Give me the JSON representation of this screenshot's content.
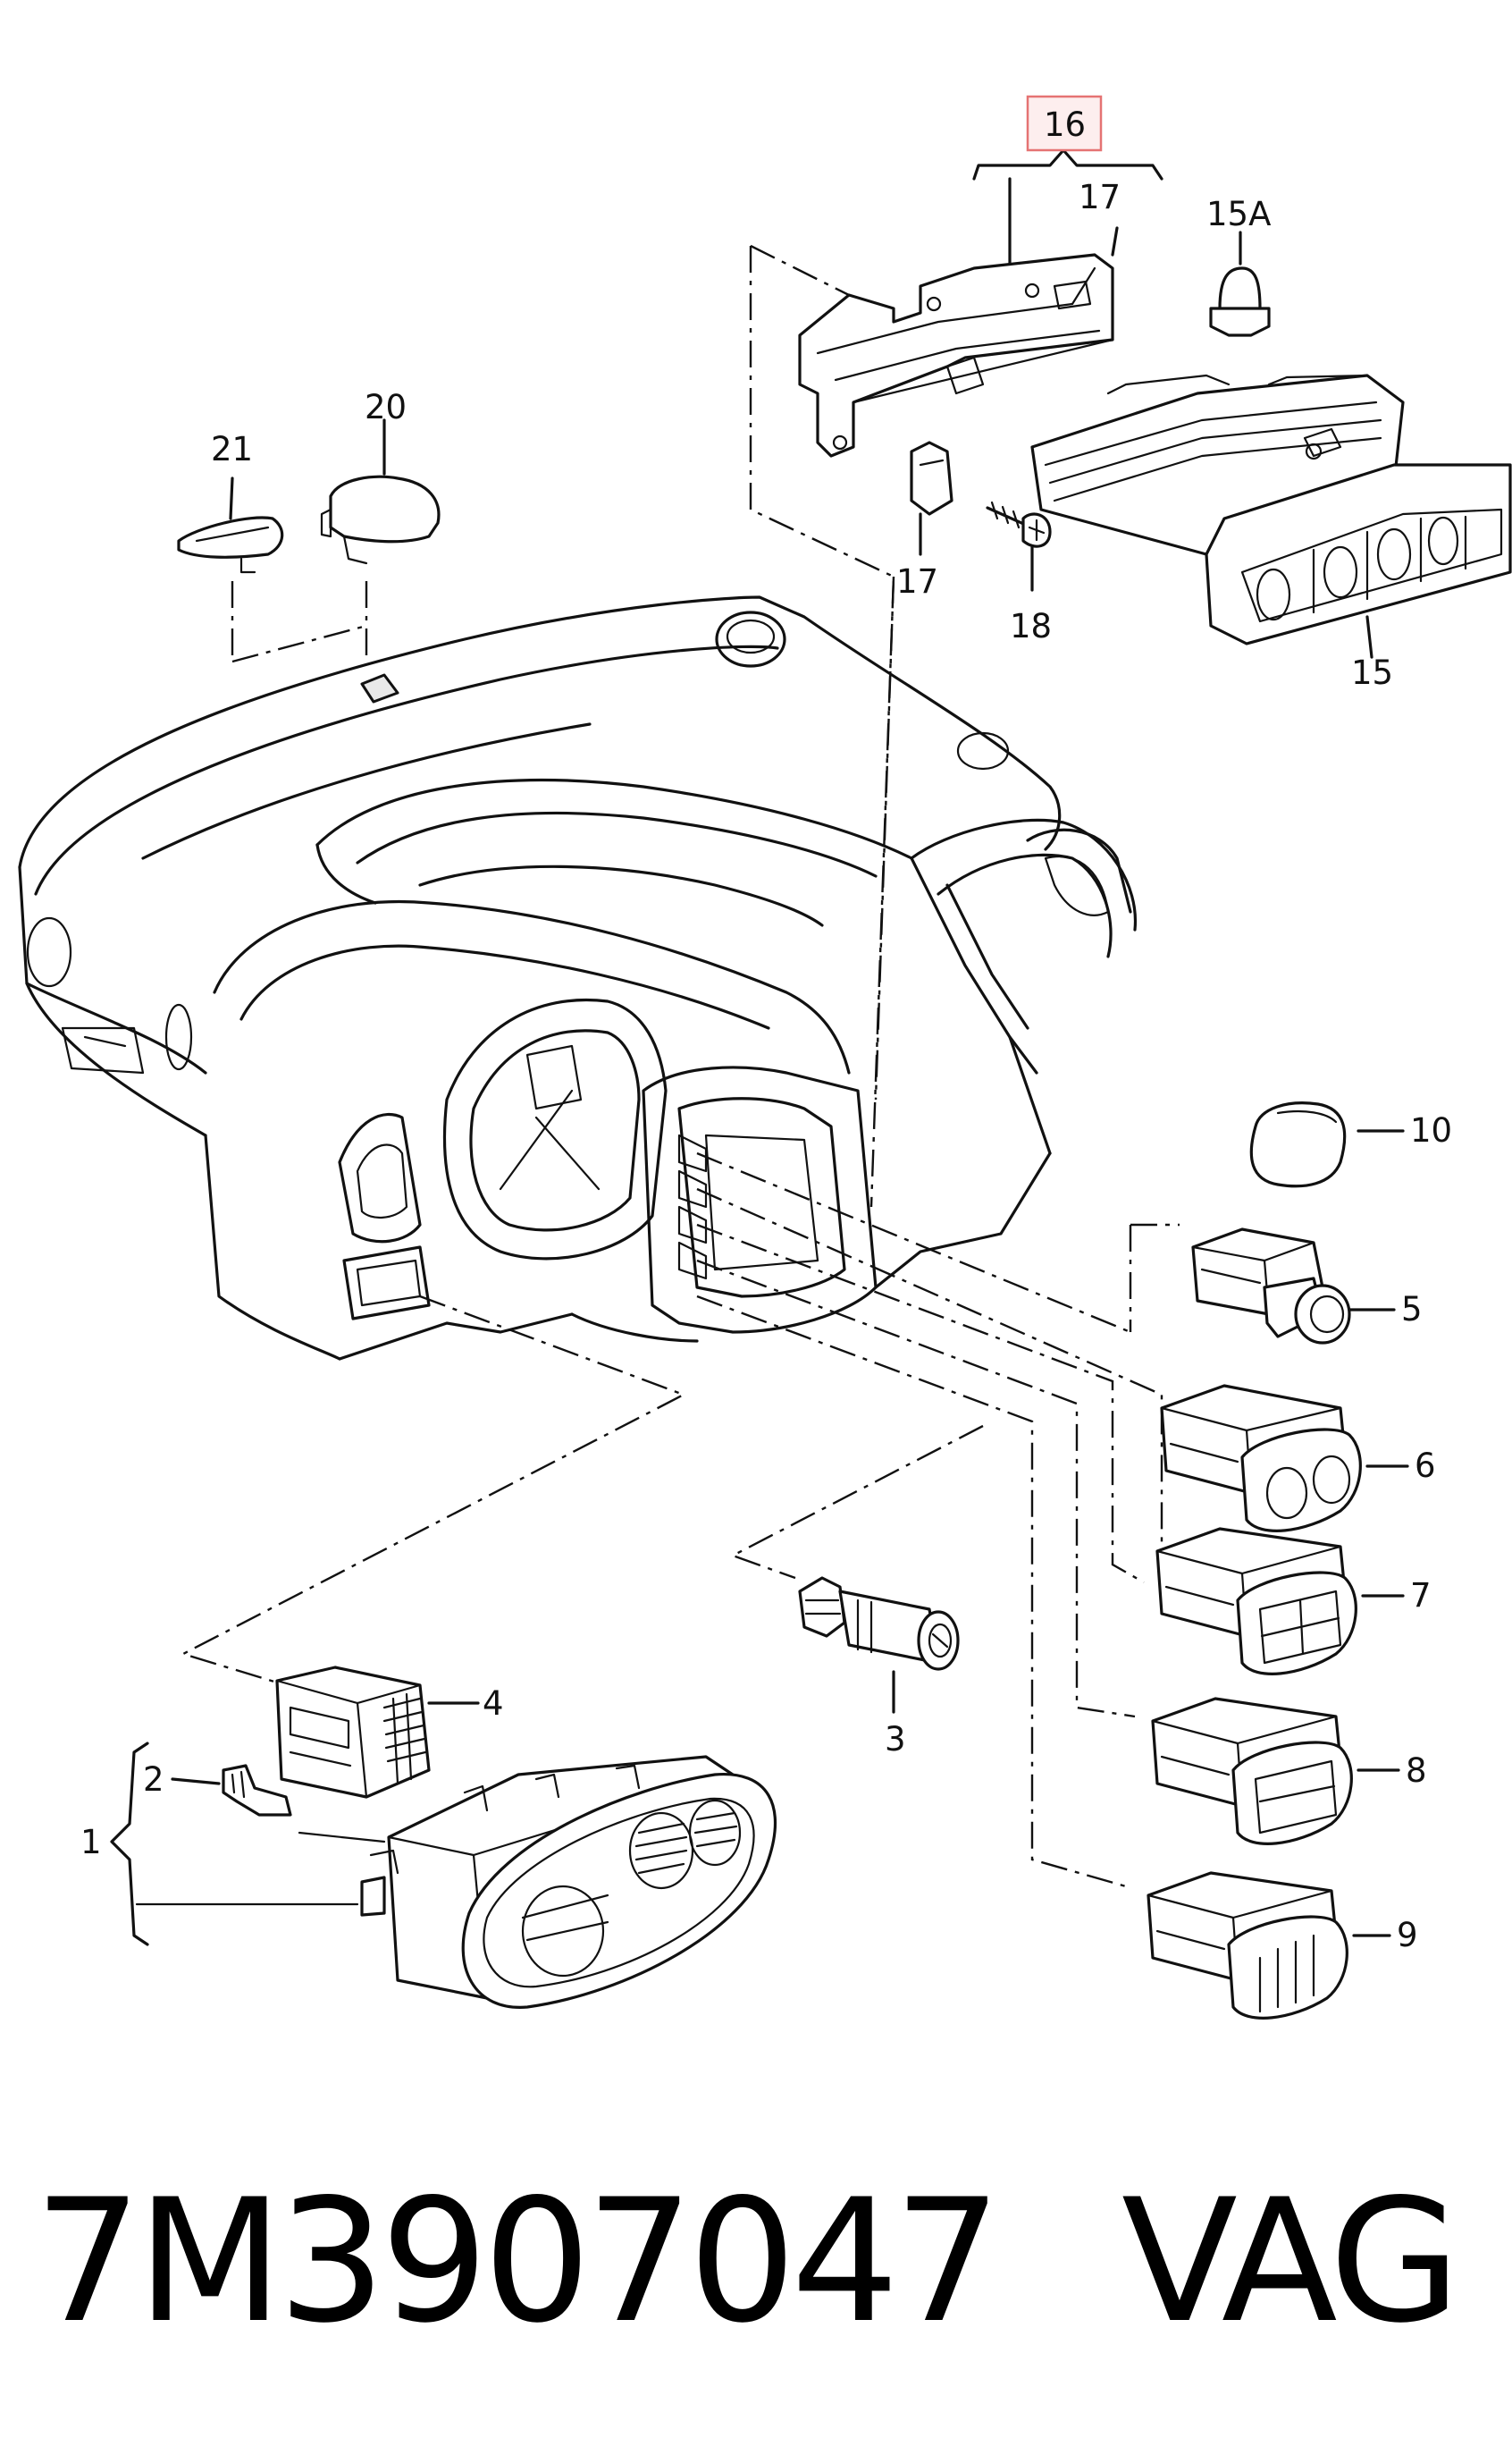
{
  "diagram": {
    "highlight_color": "#e57373",
    "labels": {
      "p1": "1",
      "p2": "2",
      "p3": "3",
      "p4": "4",
      "p5": "5",
      "p6": "6",
      "p7": "7",
      "p8": "8",
      "p9": "9",
      "p10": "10",
      "p15": "15",
      "p15a": "15A",
      "p16": "16",
      "p17a": "17",
      "p17b": "17",
      "p18": "18",
      "p20": "20",
      "p21": "21"
    }
  },
  "footer": {
    "part_number": "7M3907047",
    "brand": "VAG"
  }
}
